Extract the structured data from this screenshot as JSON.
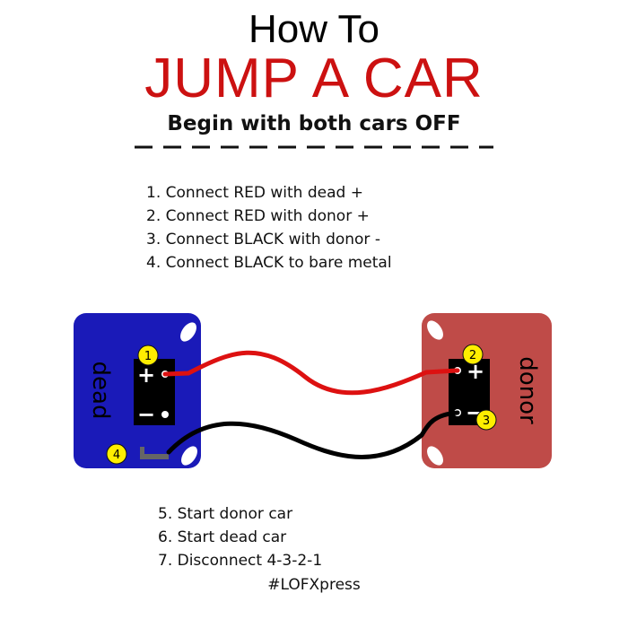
{
  "title": {
    "line1": "How To",
    "line2": "JUMP A CAR",
    "subtitle": "Begin with both cars OFF"
  },
  "steps_before": [
    "1. Connect RED with dead +",
    "2. Connect RED with donor +",
    "3. Connect BLACK with donor -",
    "4. Connect BLACK to bare metal"
  ],
  "steps_after": [
    "5. Start donor car",
    "6. Start dead car",
    "7. Disconnect 4-3-2-1"
  ],
  "diagram": {
    "dead_label": "dead",
    "donor_label": "donor",
    "plus_symbol": "+",
    "minus_symbol": "−",
    "markers": [
      "1",
      "2",
      "3",
      "4"
    ],
    "colors": {
      "dead_battery": "#1a1ab8",
      "donor_battery": "#bf4b48",
      "red_cable": "#dd1111",
      "black_cable": "#000000",
      "marker": "#ffee00",
      "terminal_block": "#000000",
      "bare_metal": "#666666"
    }
  },
  "footer": {
    "hashtag": "#LOFXpress"
  }
}
